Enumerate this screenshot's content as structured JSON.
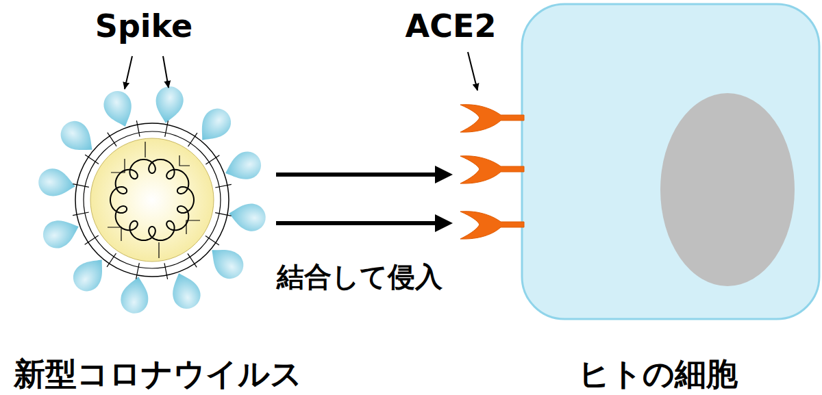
{
  "diagram": {
    "nodes": [
      {
        "text": [
          "新型コロナウイルス"
        ]
      },
      {
        "text": [
          "ヒトの細胞"
        ]
      }
    ],
    "edges": [
      {
        "from": 0,
        "to": 1,
        "arrow": "to"
      },
      {
        "from": 0,
        "to": 1,
        "arrow": "to",
        "label": "結合して侵入"
      }
    ],
    "labels": [
      "Spike",
      "ACE2"
    ]
  }
}
